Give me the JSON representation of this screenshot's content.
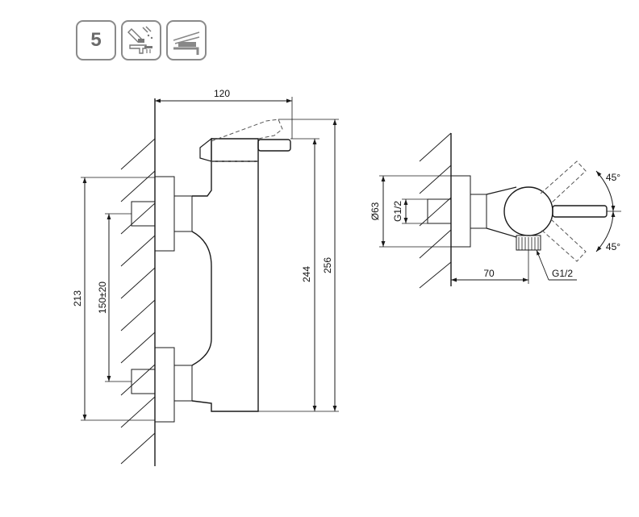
{
  "badges": {
    "flow_class": "5",
    "icon_1": "water-saving-aerator-icon",
    "icon_2": "single-lever-mixer-icon"
  },
  "front_view": {
    "width_label": "120",
    "height_213_label": "213",
    "spacing_label": "150±20",
    "height_244_label": "244",
    "height_256_label": "256"
  },
  "side_view": {
    "diameter_label": "Ø63",
    "inlet_thread_label": "G1/2",
    "depth_label": "70",
    "outlet_thread_label": "G1/2",
    "angle_up_label": "45°",
    "angle_down_label": "45°"
  },
  "colors": {
    "line": "#1a1a1a",
    "dashed": "#555555",
    "badge_border": "#8a8a8a"
  }
}
